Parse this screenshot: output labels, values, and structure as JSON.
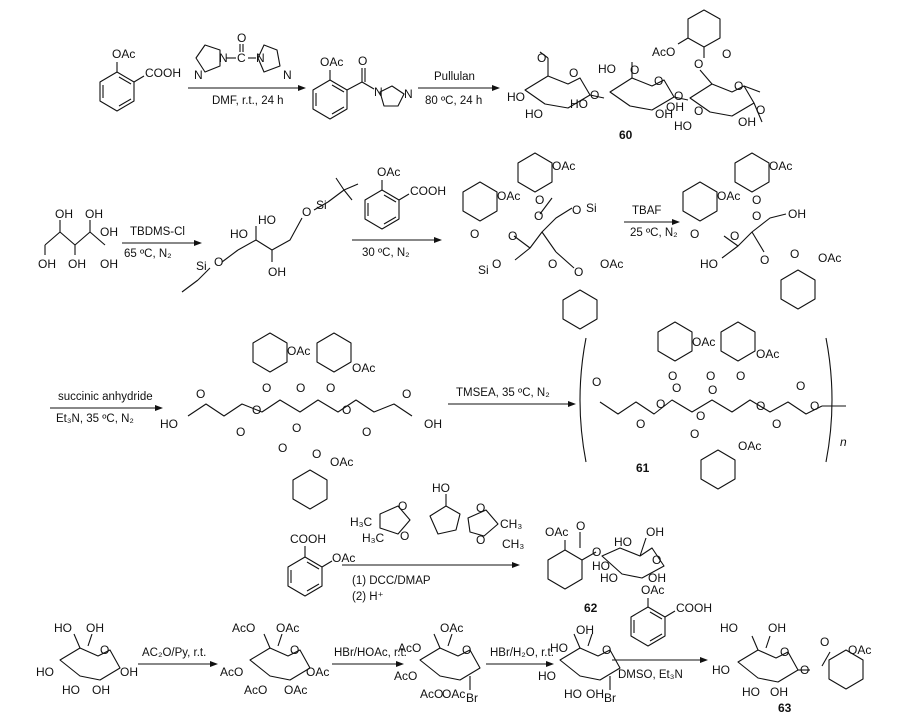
{
  "rows": {
    "r1": {
      "sm1": [
        "OAc",
        "COOH"
      ],
      "cdi": [
        "N",
        "N",
        "C",
        "O",
        "N",
        "N"
      ],
      "arrow1": {
        "top": "",
        "bottom": "DMF, r.t., 24 h"
      },
      "int1": [
        "OAc",
        "O",
        "N",
        "N"
      ],
      "arrow2": {
        "top": "Pullulan",
        "bottom": "80 ºC, 24 h"
      },
      "product": [
        "O",
        "O",
        "HO",
        "HO",
        "O",
        "HO",
        "O",
        "HO",
        "OH",
        "O",
        "OH",
        "O",
        "O",
        "AcO",
        "O",
        "O",
        "HO",
        "O",
        "OH",
        "O"
      ],
      "label": "60"
    },
    "r2": {
      "sm": [
        "OH",
        "OH",
        "OH",
        "OH",
        "OH",
        "OH"
      ],
      "arrow1": {
        "top": "TBDMS-Cl",
        "bottom": "65 ºC, N₂"
      },
      "int1": [
        "HO",
        "HO",
        "OH",
        "O",
        "Si",
        "Si",
        "O"
      ],
      "reagent": [
        "OAc",
        "COOH"
      ],
      "arrow2": {
        "top": "",
        "bottom": "30 ºC, N₂"
      },
      "int2": [
        "OAc",
        "O",
        "OAc",
        "O",
        "O",
        "Si",
        "O",
        "O",
        "O",
        "Si",
        "O",
        "O",
        "OAc"
      ],
      "arrow3": {
        "top": "TBAF",
        "bottom": "25 ºC, N₂"
      },
      "int3": [
        "OAc",
        "O",
        "OAc",
        "O",
        "OH",
        "O",
        "O",
        "HO",
        "O",
        "O",
        "OAc"
      ]
    },
    "r3": {
      "arrow1": {
        "top": "succinic anhydride",
        "bottom": "Et₃N, 35 ºC, N₂"
      },
      "int": [
        "OAc",
        "OAc",
        "O",
        "O",
        "O",
        "O",
        "HO",
        "O",
        "O",
        "O",
        "O",
        "O",
        "OH",
        "O",
        "O",
        "O",
        "OAc"
      ],
      "arrow2": {
        "top": "TMSEA, 35 ºC, N₂",
        "bottom": ""
      },
      "polymer": [
        "OAc",
        "OAc",
        "O",
        "O",
        "O",
        "O",
        "O",
        "O",
        "O",
        "O",
        "O",
        "O",
        "O",
        "O",
        "O",
        "O",
        "OAc"
      ],
      "subscript": "n",
      "label": "61"
    },
    "r4": {
      "sm": [
        "COOH",
        "OAc"
      ],
      "reagent": [
        "HO",
        "H₃C",
        "O",
        "H₃C",
        "O",
        "O",
        "CH₃",
        "O",
        "CH₃"
      ],
      "arrow": {
        "line1": "(1) DCC/DMAP",
        "line2": "(2) H⁺"
      },
      "product": [
        "OAc",
        "O",
        "O",
        "HO",
        "OH",
        "HO",
        "O",
        "HO",
        "OH"
      ],
      "label": "62"
    },
    "r5": {
      "sm": [
        "HO",
        "OH",
        "O",
        "HO",
        "HO",
        "OH",
        "OH"
      ],
      "arrow1": {
        "top": "AC₂O/Py, r.t.",
        "bottom": ""
      },
      "int1": [
        "AcO",
        "OAc",
        "O",
        "AcO",
        "AcO",
        "OAc",
        "OAc"
      ],
      "arrow2": {
        "top": "HBr/HOAc, r.t.",
        "bottom": ""
      },
      "int2": [
        "AcO",
        "OAc",
        "O",
        "AcO",
        "AcO",
        "OAc",
        "Br"
      ],
      "arrow3": {
        "top": "HBr/H₂O, r.t.",
        "bottom": ""
      },
      "int3": [
        "HO",
        "OH",
        "O",
        "HO",
        "HO",
        "OH",
        "Br"
      ],
      "reagent": [
        "OAc",
        "COOH"
      ],
      "arrow4": {
        "top": "",
        "bottom": "DMSO, Et₃N"
      },
      "product": [
        "HO",
        "OH",
        "O",
        "HO",
        "HO",
        "OH",
        "O",
        "O",
        "OAc"
      ],
      "label": "63"
    }
  }
}
